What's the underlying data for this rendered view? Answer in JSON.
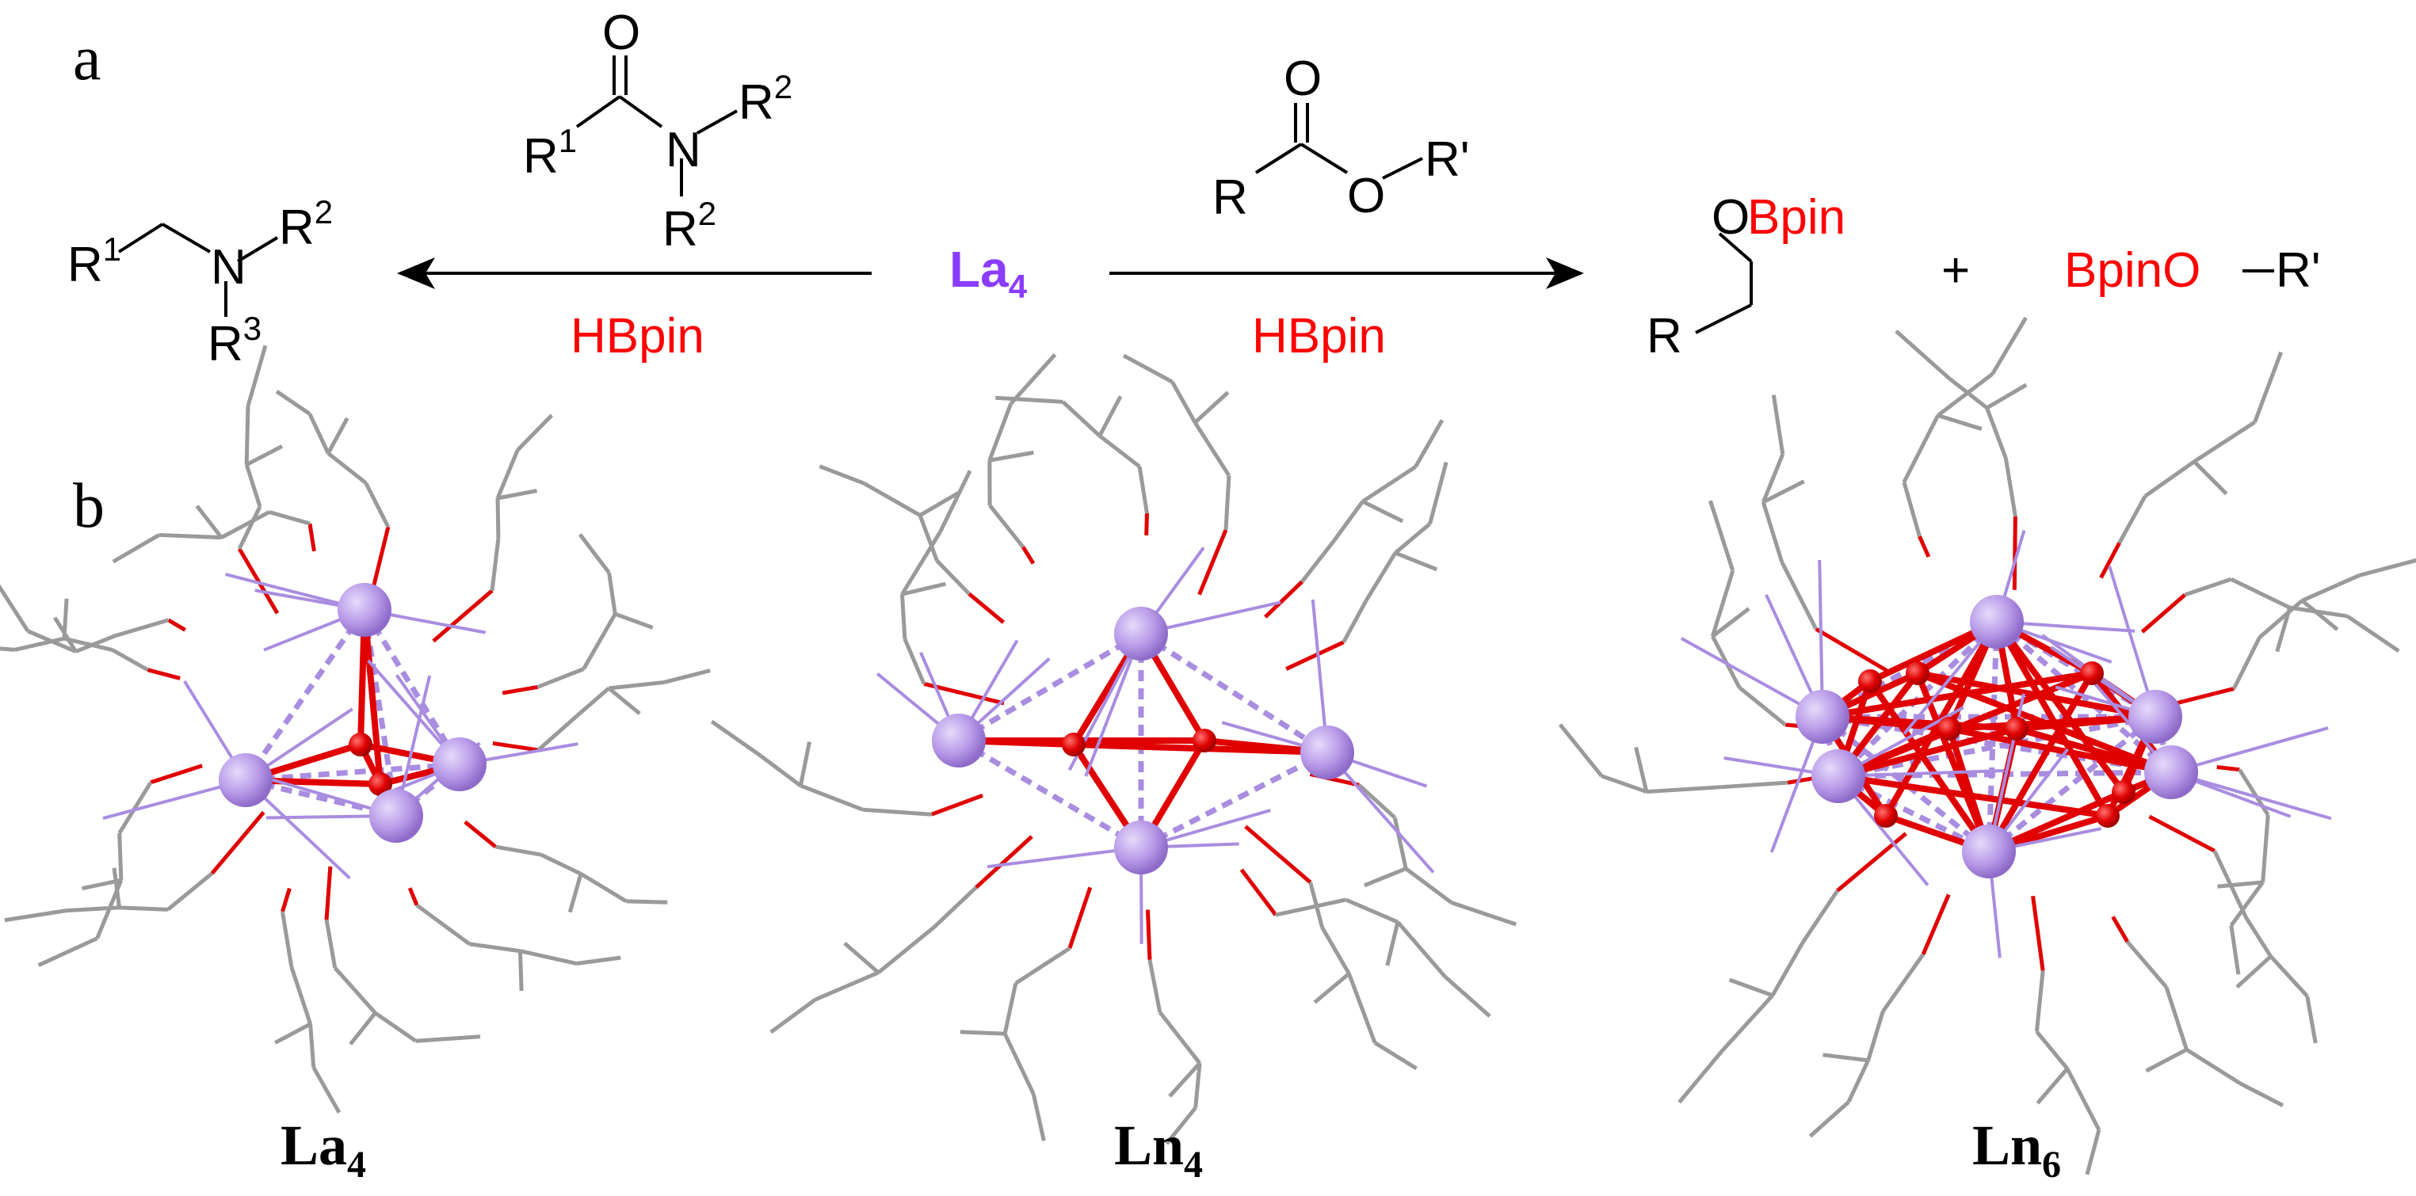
{
  "panels": {
    "a": "a",
    "b": "b"
  },
  "scheme": {
    "catalyst": {
      "base": "La",
      "sub": "4",
      "color": "#8b3dff"
    },
    "left_reagent": "HBpin",
    "right_reagent": "HBpin",
    "reagent_color": "#ff0000",
    "amide": {
      "o": "O",
      "r1": "R",
      "r1_sup": "1",
      "n": "N",
      "r2a": "R",
      "r2a_sup": "2",
      "r2b": "R",
      "r2b_sup": "2"
    },
    "amine": {
      "r1": "R",
      "r1_sup": "1",
      "n": "N",
      "r2": "R",
      "r2_sup": "2",
      "r3": "R",
      "r3_sup": "3"
    },
    "ester": {
      "o": "O",
      "r": "R",
      "o2": "O",
      "r_prime": "R'"
    },
    "alcohol_product": {
      "o": "O",
      "bpin": "Bpin",
      "r": "R"
    },
    "plus": "+",
    "borate_product": {
      "bpino": "BpinO",
      "r_prime": "R'"
    }
  },
  "structures": [
    {
      "base": "La",
      "sub": "4"
    },
    {
      "base": "Ln",
      "sub": "4"
    },
    {
      "base": "Ln",
      "sub": "6"
    }
  ],
  "colors": {
    "metal": "#b89ae8",
    "metal_bond": "#a98de0",
    "oxygen": "#e00000",
    "carbon": "#9a9a9a",
    "arrow": "#000000"
  }
}
